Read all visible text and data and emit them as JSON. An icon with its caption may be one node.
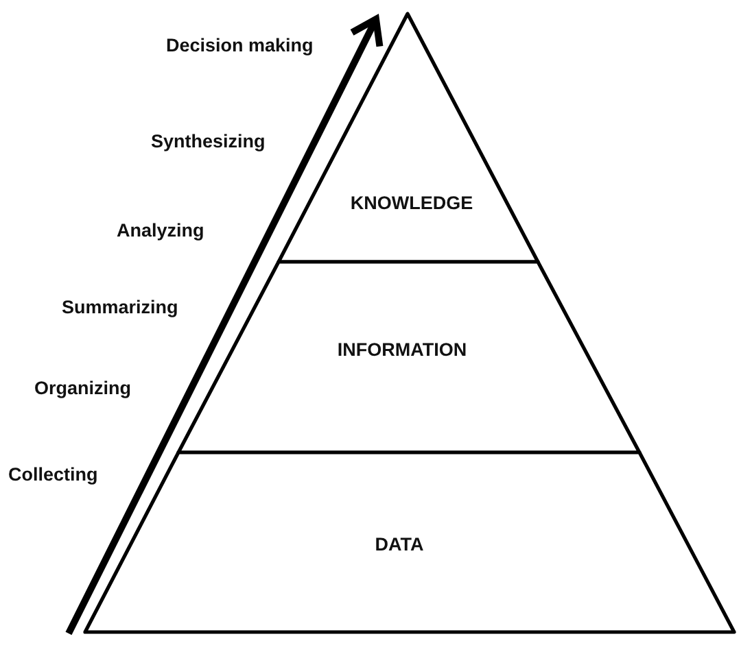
{
  "diagram": {
    "nodes": [
      {
        "text": [
          "KNOWLEDGE"
        ]
      },
      {
        "text": [
          "INFORMATION"
        ]
      },
      {
        "text": [
          "DATA"
        ]
      }
    ],
    "labels": [
      "Decision making",
      "Synthesizing",
      "Analyzing",
      "Summarizing",
      "Organizing",
      "Collecting"
    ]
  }
}
